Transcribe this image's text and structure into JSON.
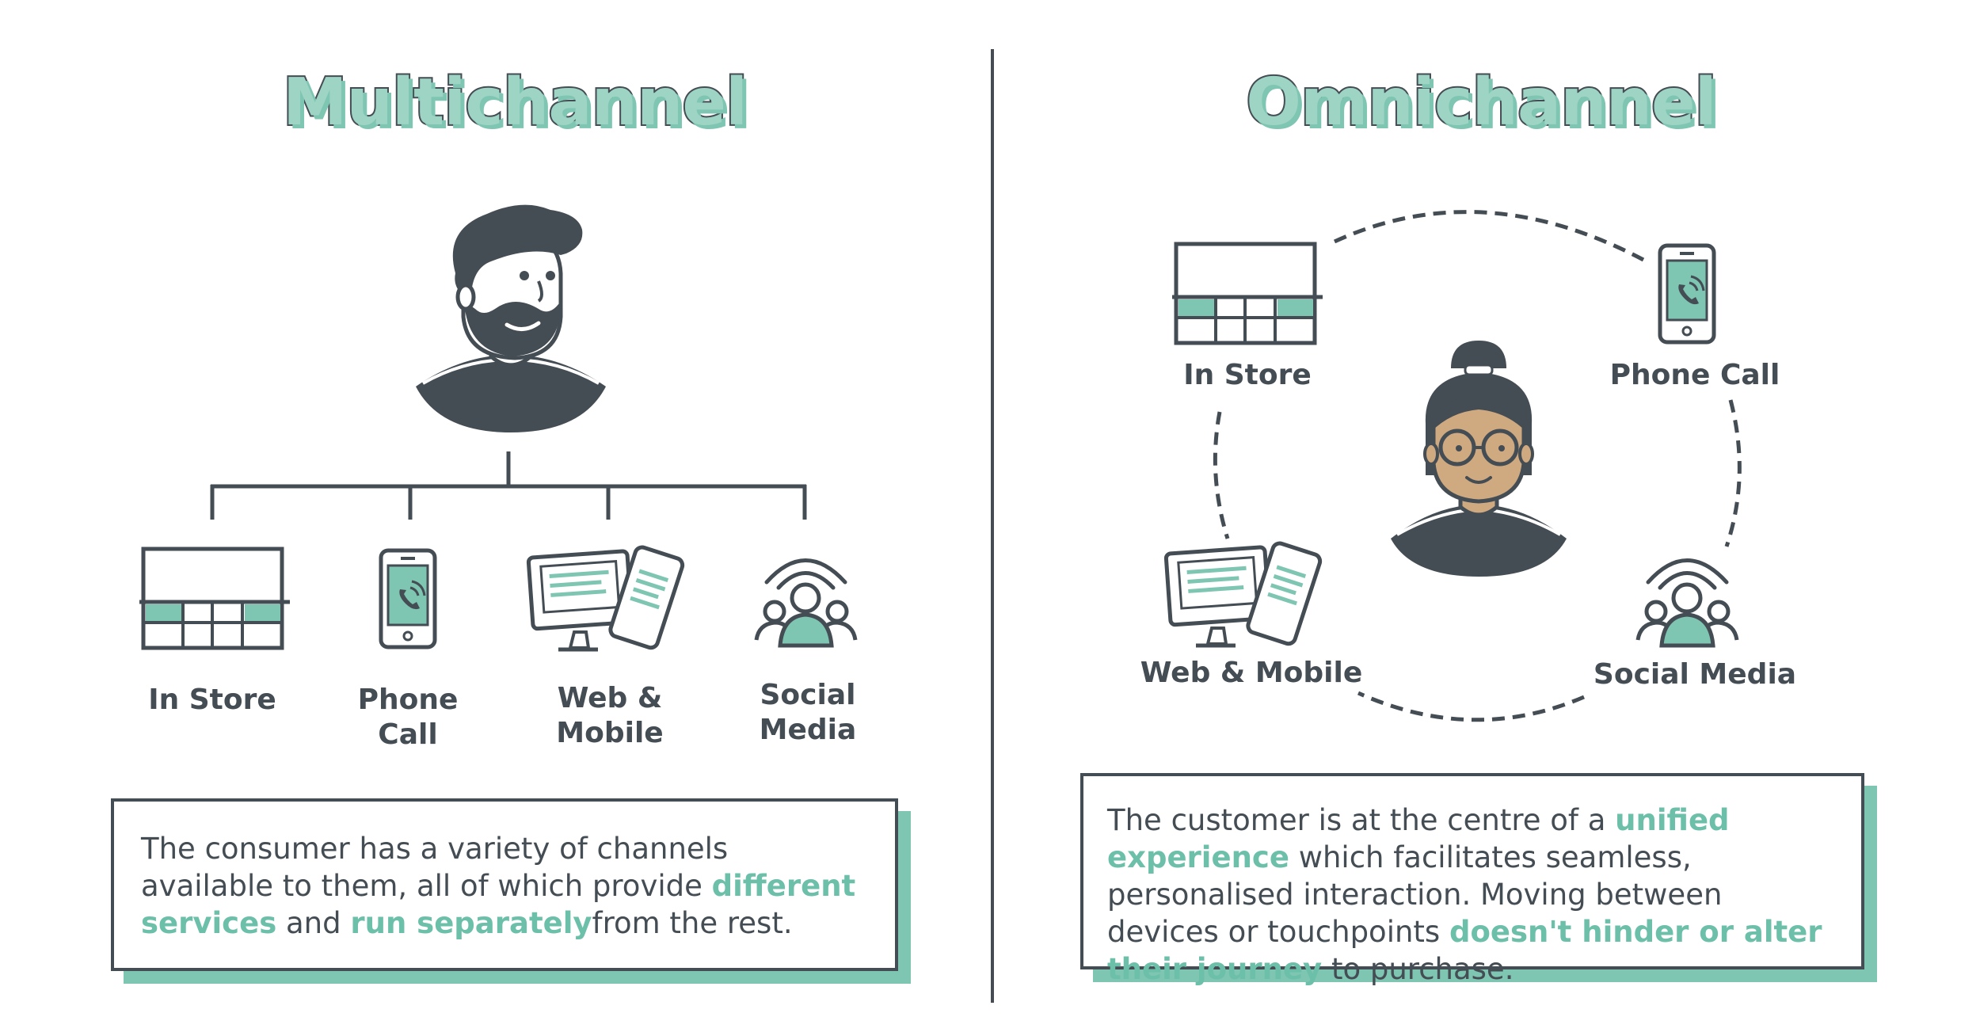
{
  "multichannel": {
    "title": "Multichannel",
    "channels": [
      {
        "label": "In Store",
        "icon": "store-icon"
      },
      {
        "label": "Phone\nCall",
        "icon": "phone-icon"
      },
      {
        "label": "Web &\nMobile",
        "icon": "devices-icon"
      },
      {
        "label": "Social\nMedia",
        "icon": "social-media-icon"
      }
    ],
    "description": {
      "part1": "The consumer has a variety of channels available to them, all of which provide ",
      "highlight1": "different services",
      "part2": " and ",
      "highlight2": "run separately",
      "part3": "from the rest."
    }
  },
  "omnichannel": {
    "title": "Omnichannel",
    "channels": [
      {
        "label": "In Store",
        "icon": "store-icon"
      },
      {
        "label": "Phone Call",
        "icon": "phone-icon"
      },
      {
        "label": "Web & Mobile",
        "icon": "devices-icon"
      },
      {
        "label": "Social Media",
        "icon": "social-media-icon"
      }
    ],
    "description": {
      "part1": "The customer is at the centre of a ",
      "highlight1": "unified experience",
      "part2": " which facilitates seamless, personalised interaction. Moving between devices or touchpoints ",
      "highlight2": "doesn't hinder or alter their journey",
      "part3": " to purchase."
    }
  },
  "colors": {
    "dark": "#444c54",
    "accent": "#7ec5b2",
    "highlight_text": "#6cbfa8",
    "skin": "#cfa97f"
  }
}
